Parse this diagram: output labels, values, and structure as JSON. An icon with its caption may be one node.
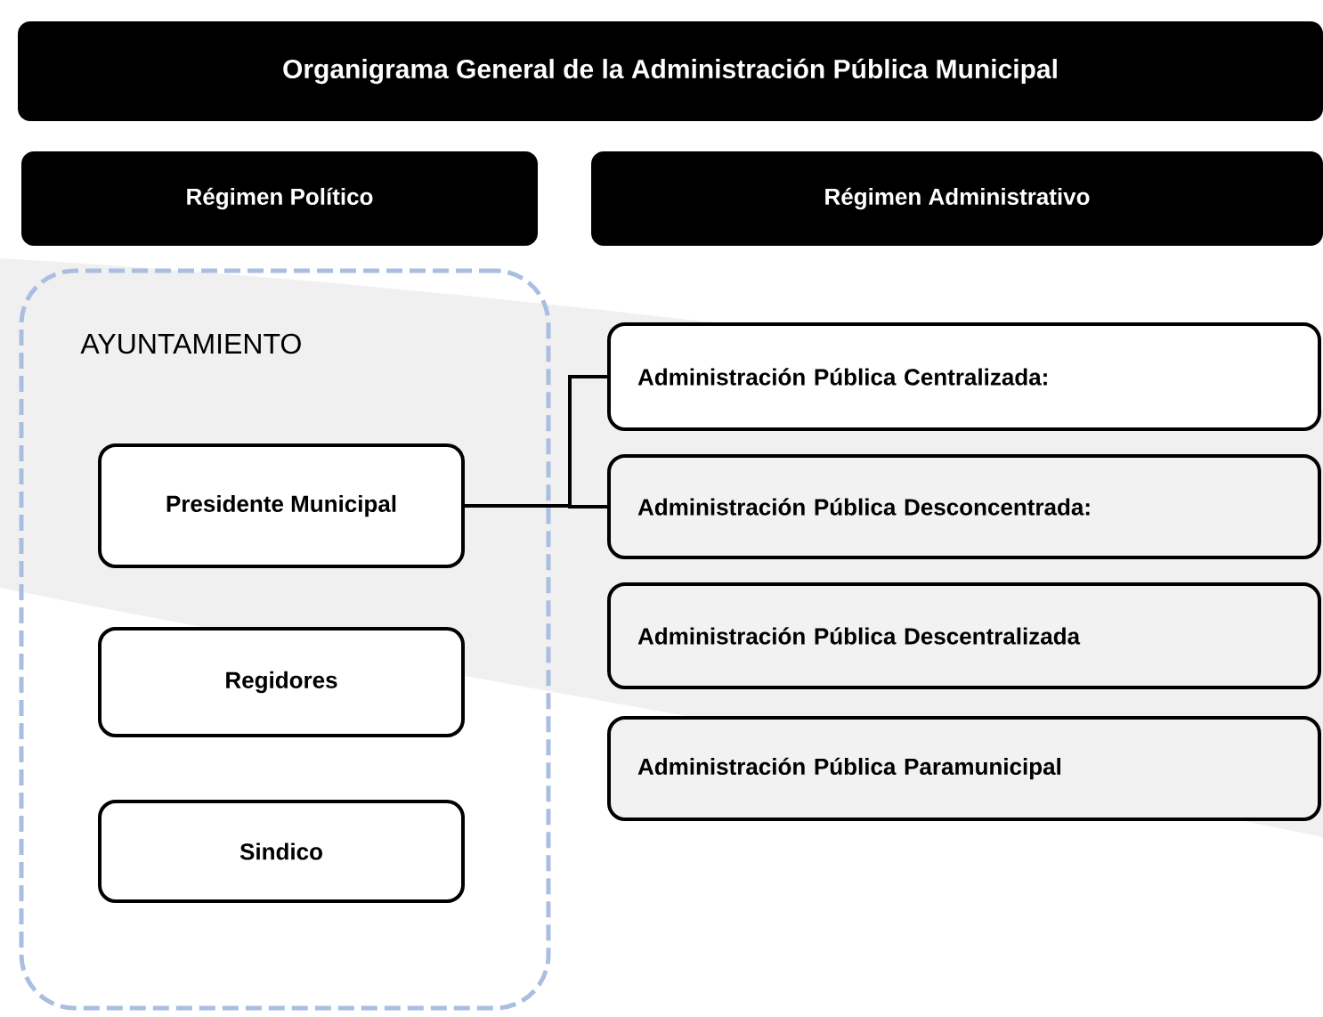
{
  "diagram": {
    "nodes": [
      {
        "text": [
          "Organigrama General de la Administración Pública Municipal"
        ]
      },
      {
        "text": [
          "Régimen Político"
        ]
      },
      {
        "text": [
          "Régimen Administrativo"
        ]
      },
      {
        "text": [
          "AYUNTAMIENTO"
        ]
      },
      {
        "text": [
          "Presidente Municipal"
        ],
        "in": 3
      },
      {
        "text": [
          "Regidores"
        ],
        "in": 3
      },
      {
        "text": [
          "Sindico"
        ],
        "in": 3
      },
      {
        "text": [
          "Administración Pública Centralizada:"
        ]
      },
      {
        "text": [
          "Administración Pública Desconcentrada:"
        ]
      },
      {
        "text": [
          "Administración Pública Descentralizada"
        ]
      },
      {
        "text": [
          "Administración Pública Paramunicipal"
        ]
      }
    ],
    "edges": [
      {
        "from": 4,
        "to": 7,
        "arrow": "none"
      },
      {
        "from": 4,
        "to": 8,
        "arrow": "none"
      }
    ]
  }
}
